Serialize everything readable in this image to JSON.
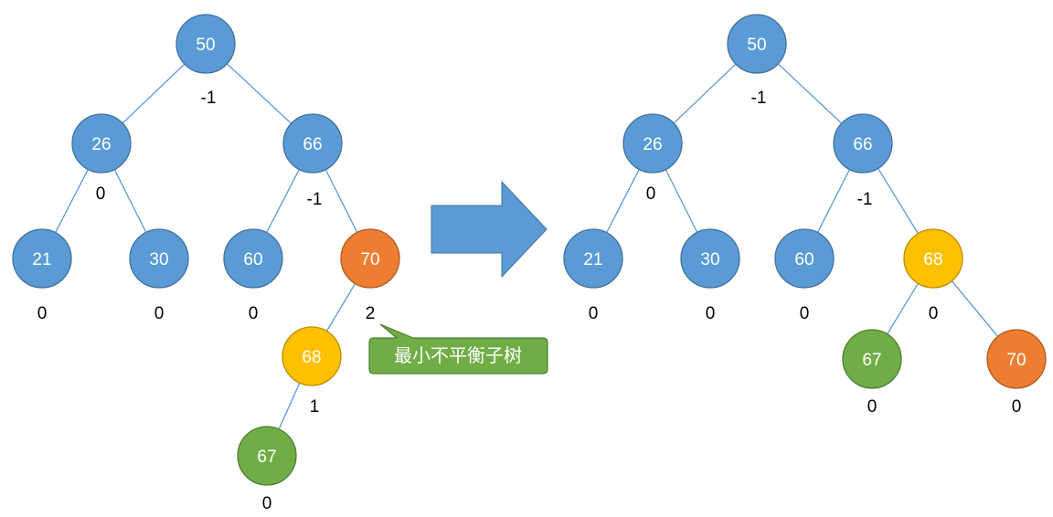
{
  "colors": {
    "blue": "#5b9bd5",
    "blue_stroke": "#41719c",
    "orange": "#ed7d31",
    "orange_stroke": "#ae5a21",
    "yellow": "#ffc000",
    "yellow_stroke": "#bc8c00",
    "green": "#70ad47",
    "green_stroke": "#507e32",
    "edge": "#5b9bd5",
    "arrow": "#5b9bd5"
  },
  "before": {
    "nodes": [
      {
        "id": "n50",
        "label": "50",
        "color": "blue",
        "balance": "-1"
      },
      {
        "id": "n26",
        "label": "26",
        "color": "blue",
        "balance": "0"
      },
      {
        "id": "n66",
        "label": "66",
        "color": "blue",
        "balance": "-1"
      },
      {
        "id": "n21",
        "label": "21",
        "color": "blue",
        "balance": "0"
      },
      {
        "id": "n30",
        "label": "30",
        "color": "blue",
        "balance": "0"
      },
      {
        "id": "n60",
        "label": "60",
        "color": "blue",
        "balance": "0"
      },
      {
        "id": "n70",
        "label": "70",
        "color": "orange",
        "balance": "2"
      },
      {
        "id": "n68",
        "label": "68",
        "color": "yellow",
        "balance": "1"
      },
      {
        "id": "n67",
        "label": "67",
        "color": "green",
        "balance": "0"
      }
    ],
    "edges": [
      [
        "n50",
        "n26"
      ],
      [
        "n50",
        "n66"
      ],
      [
        "n26",
        "n21"
      ],
      [
        "n26",
        "n30"
      ],
      [
        "n66",
        "n60"
      ],
      [
        "n66",
        "n70"
      ],
      [
        "n70",
        "n68"
      ],
      [
        "n68",
        "n67"
      ]
    ]
  },
  "after": {
    "nodes": [
      {
        "id": "n50",
        "label": "50",
        "color": "blue",
        "balance": "-1"
      },
      {
        "id": "n26",
        "label": "26",
        "color": "blue",
        "balance": "0"
      },
      {
        "id": "n66",
        "label": "66",
        "color": "blue",
        "balance": "-1"
      },
      {
        "id": "n21",
        "label": "21",
        "color": "blue",
        "balance": "0"
      },
      {
        "id": "n30",
        "label": "30",
        "color": "blue",
        "balance": "0"
      },
      {
        "id": "n60",
        "label": "60",
        "color": "blue",
        "balance": "0"
      },
      {
        "id": "n68",
        "label": "68",
        "color": "yellow",
        "balance": "0"
      },
      {
        "id": "n67",
        "label": "67",
        "color": "green",
        "balance": "0"
      },
      {
        "id": "n70",
        "label": "70",
        "color": "orange",
        "balance": "0"
      }
    ],
    "edges": [
      [
        "n50",
        "n26"
      ],
      [
        "n50",
        "n66"
      ],
      [
        "n26",
        "n21"
      ],
      [
        "n26",
        "n30"
      ],
      [
        "n66",
        "n60"
      ],
      [
        "n66",
        "n68"
      ],
      [
        "n68",
        "n67"
      ],
      [
        "n68",
        "n70"
      ]
    ]
  },
  "callout": {
    "text": "最小不平衡子树",
    "fill": "#70ad47",
    "stroke": "#507e32"
  },
  "transform_arrow": {
    "icon": "right-arrow-icon"
  }
}
